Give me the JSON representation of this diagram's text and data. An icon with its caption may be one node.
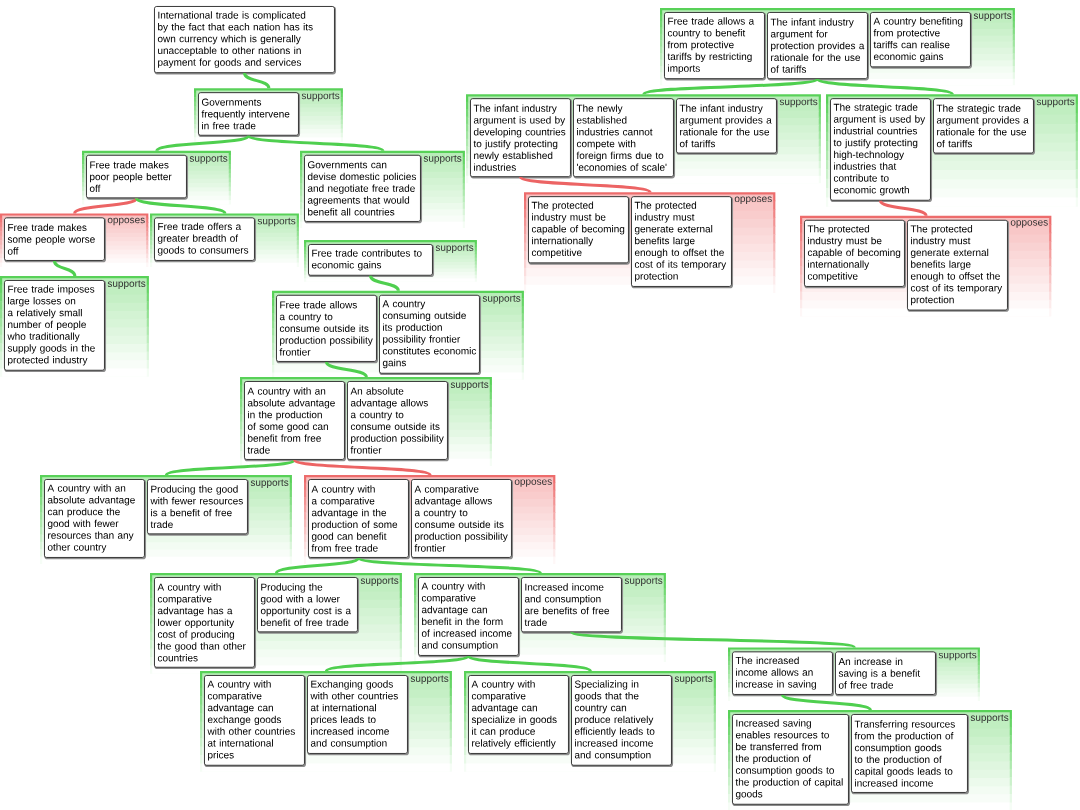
{
  "diagram": {
    "nodes": [
      {
        "text": [
          "International trade is complicated by the fact that each nation has its own currency which is generally unacceptable to other nations in payment for goods and services"
        ]
      },
      {
        "text": [
          "supports"
        ]
      },
      {
        "text": [
          "Governments frequently intervene in free trade"
        ],
        "in": 1
      },
      {
        "text": [
          "supports"
        ]
      },
      {
        "text": [
          "Free trade makes poor people better off"
        ],
        "in": 3
      },
      {
        "text": [
          "supports"
        ]
      },
      {
        "text": [
          "Governments can devise domestic policies and negotiate free trade agreements that would benefit all countries"
        ],
        "in": 5
      },
      {
        "text": [
          "opposes"
        ]
      },
      {
        "text": [
          "Free trade makes some people worse off"
        ],
        "in": 7
      },
      {
        "text": [
          "supports"
        ]
      },
      {
        "text": [
          "Free trade offers a greater breadth of goods to consumers"
        ],
        "in": 9
      },
      {
        "text": [
          "supports"
        ]
      },
      {
        "text": [
          "Free trade imposes large losses on a relatively small number of people who traditionally supply goods in the protected industry"
        ],
        "in": 11
      },
      {
        "text": [
          "supports"
        ]
      },
      {
        "text": [
          "Free trade contributes to economic gains"
        ],
        "in": 13
      },
      {
        "text": [
          "supports"
        ]
      },
      {
        "text": [
          "Free trade allows a country to consume outside its production possibility frontier"
        ],
        "in": 15
      },
      {
        "text": [
          "A country consuming outside its production possibility frontier constitutes economic gains"
        ],
        "in": 15
      },
      {
        "text": [
          "supports"
        ]
      },
      {
        "text": [
          "A country with an absolute advantage in the production of some good can benefit from free trade"
        ],
        "in": 18
      },
      {
        "text": [
          "An absolute advantage allows a country to consume outside its production possibility frontier"
        ],
        "in": 18
      },
      {
        "text": [
          "supports"
        ]
      },
      {
        "text": [
          "A country with an absolute advantage can produce the good with fewer resources than any other country"
        ],
        "in": 21
      },
      {
        "text": [
          "Producing the good with fewer resources is a benefit of free trade"
        ],
        "in": 21
      },
      {
        "text": [
          "opposes"
        ]
      },
      {
        "text": [
          "A country with a comparative advantage in the production of some good can benefit from free trade"
        ],
        "in": 24
      },
      {
        "text": [
          "A comparative advantage allows a country to consume outside its production possibility frontier"
        ],
        "in": 24
      },
      {
        "text": [
          "supports"
        ]
      },
      {
        "text": [
          "A country with comparative advantage has a lower opportunity cost of producing the good than other countries"
        ],
        "in": 27
      },
      {
        "text": [
          "Producing the good with a lower opportunity cost is a benefit of free trade"
        ],
        "in": 27
      },
      {
        "text": [
          "supports"
        ]
      },
      {
        "text": [
          "A country with comparative advantage can benefit in the form of increased income and consumption"
        ],
        "in": 30
      },
      {
        "text": [
          "Increased income and consumption are benefits of free trade"
        ],
        "in": 30
      },
      {
        "text": [
          "supports"
        ]
      },
      {
        "text": [
          "A country with comparative advantage can exchange goods with other countries at international prices"
        ],
        "in": 33
      },
      {
        "text": [
          "Exchanging goods with other countries at international prices leads to increased income and consumption"
        ],
        "in": 33
      },
      {
        "text": [
          "supports"
        ]
      },
      {
        "text": [
          "A country with comparative advantage can specialize in goods it can produce relatively efficiently"
        ],
        "in": 36
      },
      {
        "text": [
          "Specializing in goods that the country can produce relatively efficiently leads to increased income and consumption"
        ],
        "in": 36
      },
      {
        "text": [
          "supports"
        ]
      },
      {
        "text": [
          "The increased income allows an increase in saving"
        ],
        "in": 39
      },
      {
        "text": [
          "An increase in saving is a benefit of free trade"
        ],
        "in": 39
      },
      {
        "text": [
          "supports"
        ]
      },
      {
        "text": [
          "Increased saving enables resources to be transferred from the production of consumption goods to the production of capital goods"
        ],
        "in": 42
      },
      {
        "text": [
          "Transferring resources from the production of consumption goods to the production of capital goods leads to increased income"
        ],
        "in": 42
      },
      {
        "text": [
          "supports"
        ]
      },
      {
        "text": [
          "Free trade allows a country to benefit from protective tariffs by restricting imports"
        ],
        "in": 45
      },
      {
        "text": [
          "The infant industry argument for protection provides a rationale for the use of tariffs"
        ],
        "in": 45
      },
      {
        "text": [
          "A country benefiting from protective tariffs can realise economic gains"
        ],
        "in": 45
      },
      {
        "text": [
          "supports"
        ]
      },
      {
        "text": [
          "The infant industry argument is used by developing countries to justify protecting newly established industries"
        ],
        "in": 49
      },
      {
        "text": [
          "The newly established industries cannot compete with foreign firms due to 'economies of scale'"
        ],
        "in": 49
      },
      {
        "text": [
          "The infant industry argument provides a rationale for the use of tariffs"
        ],
        "in": 49
      },
      {
        "text": [
          "supports"
        ]
      },
      {
        "text": [
          "The strategic trade argument is used by industrial countries to justify protecting high-technology industries that contribute to economic growth"
        ],
        "in": 53
      },
      {
        "text": [
          "The strategic trade argument provides a rationale for the use of tariffs"
        ],
        "in": 53
      },
      {
        "text": [
          "opposes"
        ]
      },
      {
        "text": [
          "The protected industry must be capable of becoming internationally competitive"
        ],
        "in": 56
      },
      {
        "text": [
          "The protected industry must generate external benefits large enough to offset the cost of its temporary protection"
        ],
        "in": 56
      },
      {
        "text": [
          "opposes"
        ]
      },
      {
        "text": [
          "The protected industry must be capable of becoming internationally competitive"
        ],
        "in": 59
      },
      {
        "text": [
          "The protected industry must generate external benefits large enough to offset the cost of its temporary protection"
        ],
        "in": 59
      }
    ],
    "edges": [
      {
        "from": 0,
        "to": 1,
        "arrow": "none"
      },
      {
        "from": 2,
        "to": 3,
        "arrow": "none"
      },
      {
        "from": 2,
        "to": 5,
        "arrow": "none"
      },
      {
        "from": 4,
        "to": 7,
        "arrow": "none",
        "color": "#ec6464"
      },
      {
        "from": 4,
        "to": 9,
        "arrow": "none"
      },
      {
        "from": 8,
        "to": 11,
        "arrow": "none"
      },
      {
        "from": 14,
        "to": 15,
        "arrow": "none"
      },
      {
        "from": 16,
        "to": 18,
        "arrow": "none"
      },
      {
        "from": 19,
        "to": 21,
        "arrow": "none"
      },
      {
        "from": 19,
        "to": 24,
        "arrow": "none",
        "color": "#ec6464"
      },
      {
        "from": 25,
        "to": 27,
        "arrow": "none"
      },
      {
        "from": 25,
        "to": 30,
        "arrow": "none"
      },
      {
        "from": 31,
        "to": 33,
        "arrow": "none"
      },
      {
        "from": 31,
        "to": 36,
        "arrow": "none"
      },
      {
        "from": 32,
        "to": 39,
        "arrow": "none"
      },
      {
        "from": 40,
        "to": 42,
        "arrow": "none"
      },
      {
        "from": 47,
        "to": 49,
        "arrow": "none"
      },
      {
        "from": 47,
        "to": 53,
        "arrow": "none"
      },
      {
        "from": 50,
        "to": 56,
        "arrow": "none",
        "color": "#ec6464"
      },
      {
        "from": 54,
        "to": 59,
        "arrow": "none",
        "color": "#ec6464"
      }
    ]
  }
}
